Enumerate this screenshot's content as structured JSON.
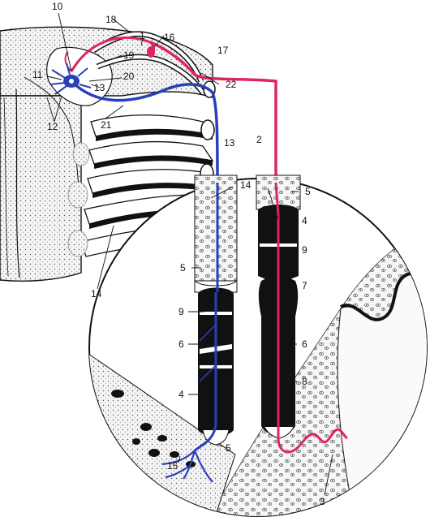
{
  "colors": {
    "sensory": "#e0245e",
    "motor": "#2840b8",
    "ink": "#111111",
    "tissue": "#f2f2f2",
    "paper": "#ffffff"
  },
  "labels": {
    "n1": "1",
    "n2": "2",
    "n3": "3",
    "n4a": "4",
    "n4b": "4",
    "n5a": "5",
    "n5b": "5",
    "n5c": "5",
    "n6a": "6",
    "n6b": "6",
    "n7": "7",
    "n8": "8",
    "n9a": "9",
    "n9b": "9",
    "n10": "10",
    "n11": "11",
    "n12": "12",
    "n13a": "13",
    "n13b": "13",
    "n14a": "14",
    "n14b": "14",
    "n15": "15",
    "n16": "16",
    "n17": "17",
    "n18": "18",
    "n19": "19",
    "n20": "20",
    "n21": "21",
    "n22": "22"
  }
}
